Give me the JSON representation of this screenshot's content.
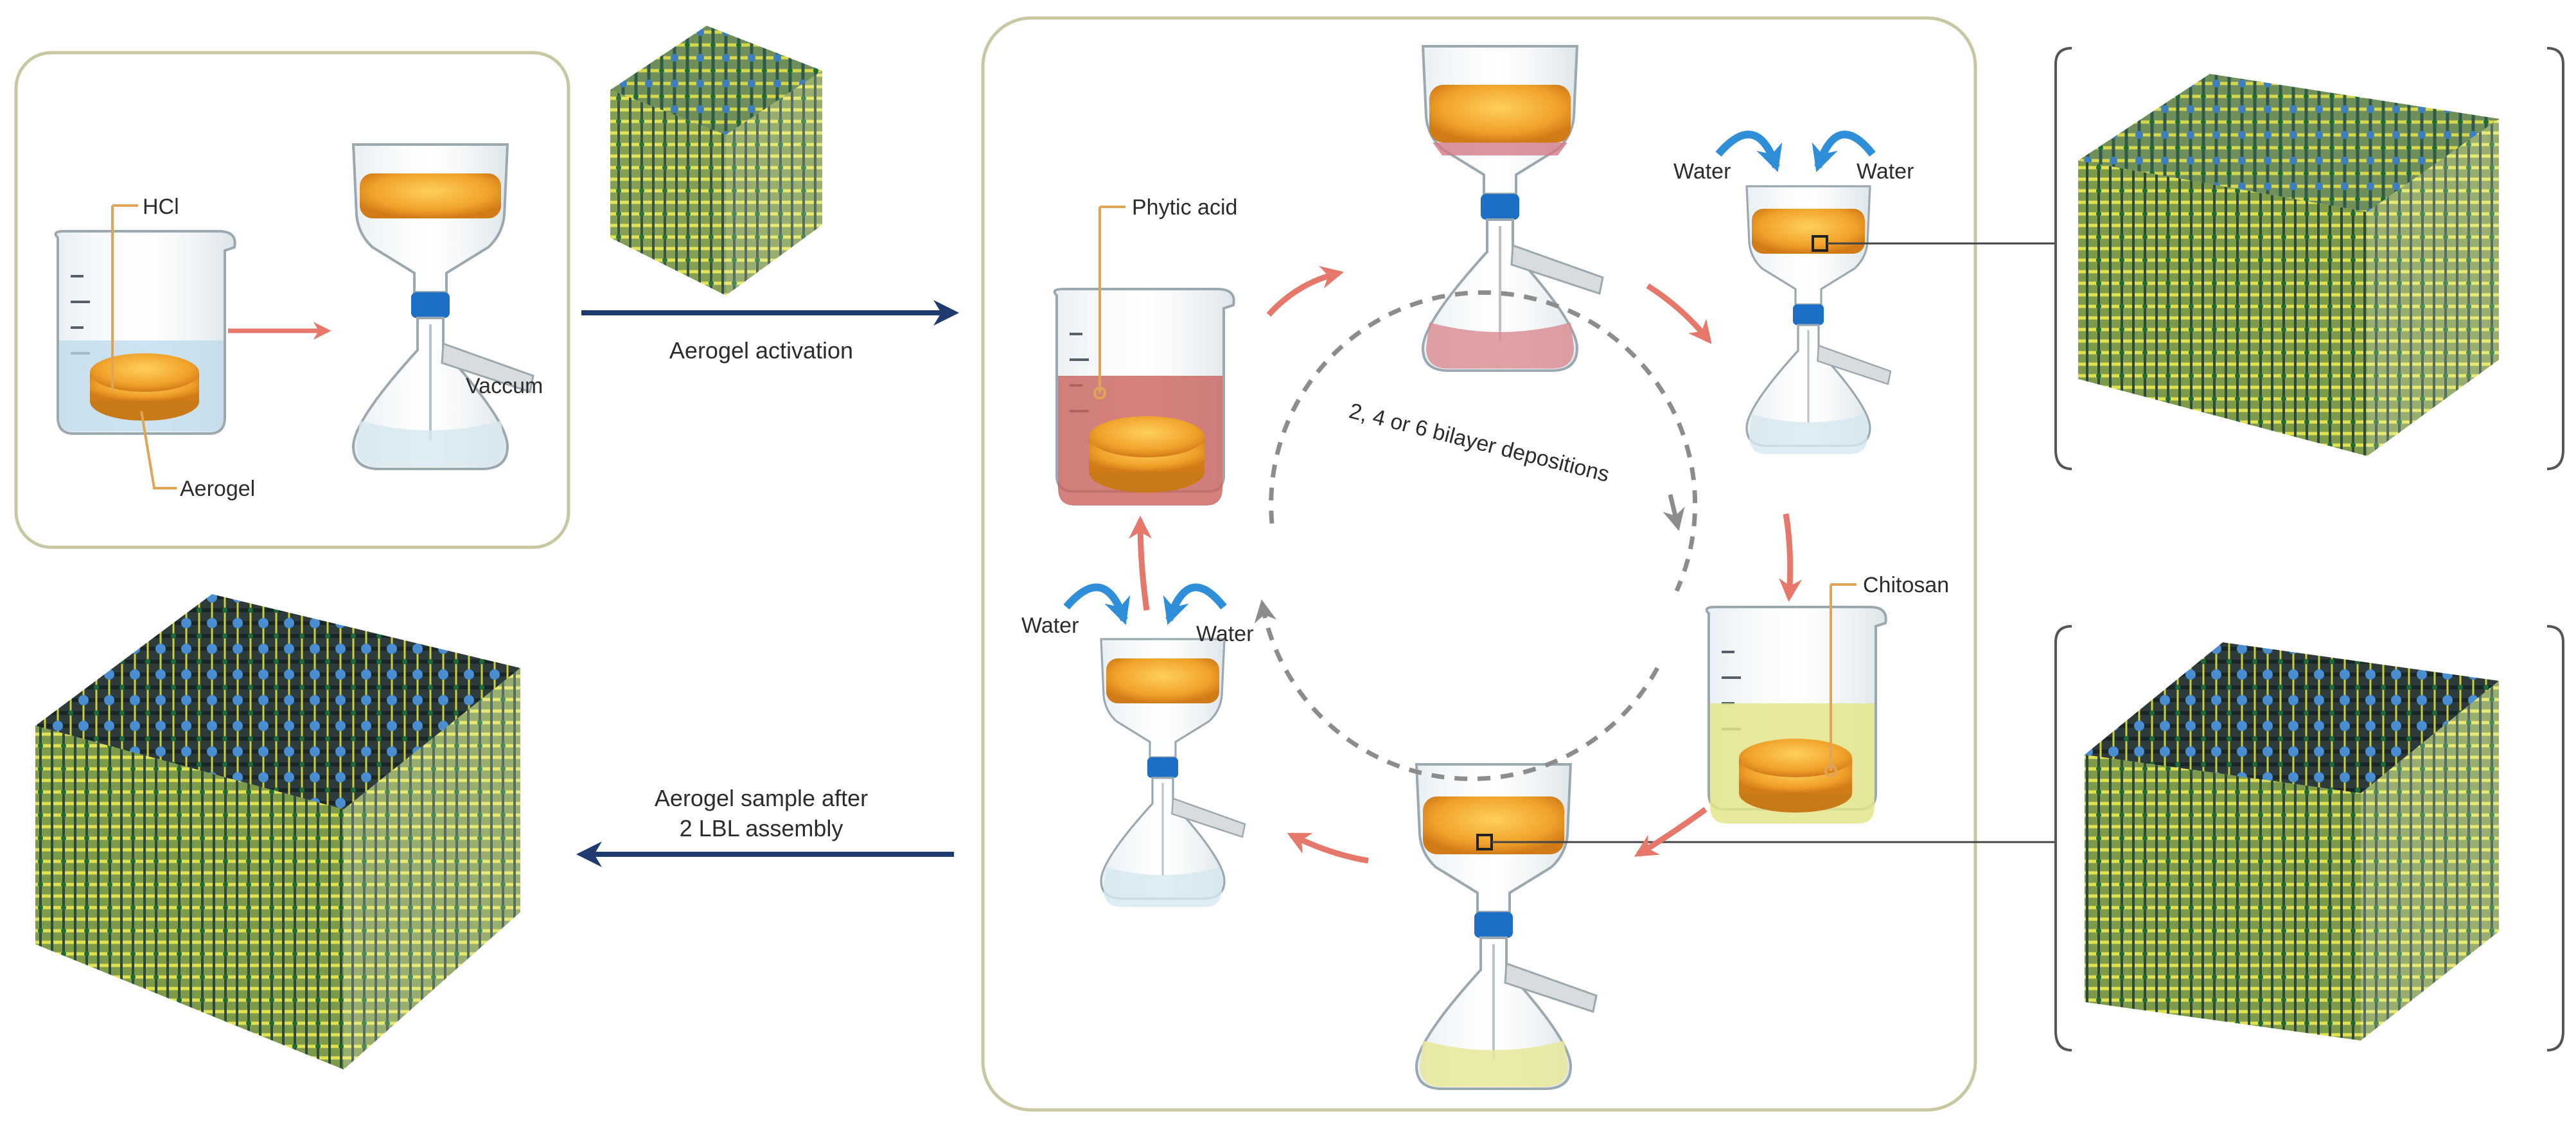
{
  "labels": {
    "hcl": "HCl",
    "aerogel": "Aerogel",
    "vaccum": "Vaccum",
    "activation": "Aerogel activation",
    "phytic_acid": "Phytic acid",
    "water": "Water",
    "cycle": "2, 4 or 6 bilayer depositions",
    "chitosan": "Chitosan",
    "sample_line1": "Aerogel sample after",
    "sample_line2": "2 LBL assembly"
  },
  "colors": {
    "panel_border": "#c9c7a2",
    "process_arrow": "#e5786a",
    "flow_arrow": "#1f3a6e",
    "water_arrow": "#2f8ed8",
    "cycle_arrow": "#8c8c8c",
    "aerogel_orange": "#f0a22a",
    "phytic_liquid": "#c9625c",
    "chitosan_liquid": "#e4e58a",
    "hcl_liquid": "#bcd9ea",
    "cap_blue": "#1c6fc4",
    "fiber_yellow": "#c9cf3a",
    "fiber_dark": "#2b3a3a",
    "node_blue": "#3d7fc0"
  },
  "icons": [
    "beaker-icon",
    "filter-flask-icon",
    "aerogel-cube-icon",
    "arrow-icon",
    "bracket-icon"
  ]
}
